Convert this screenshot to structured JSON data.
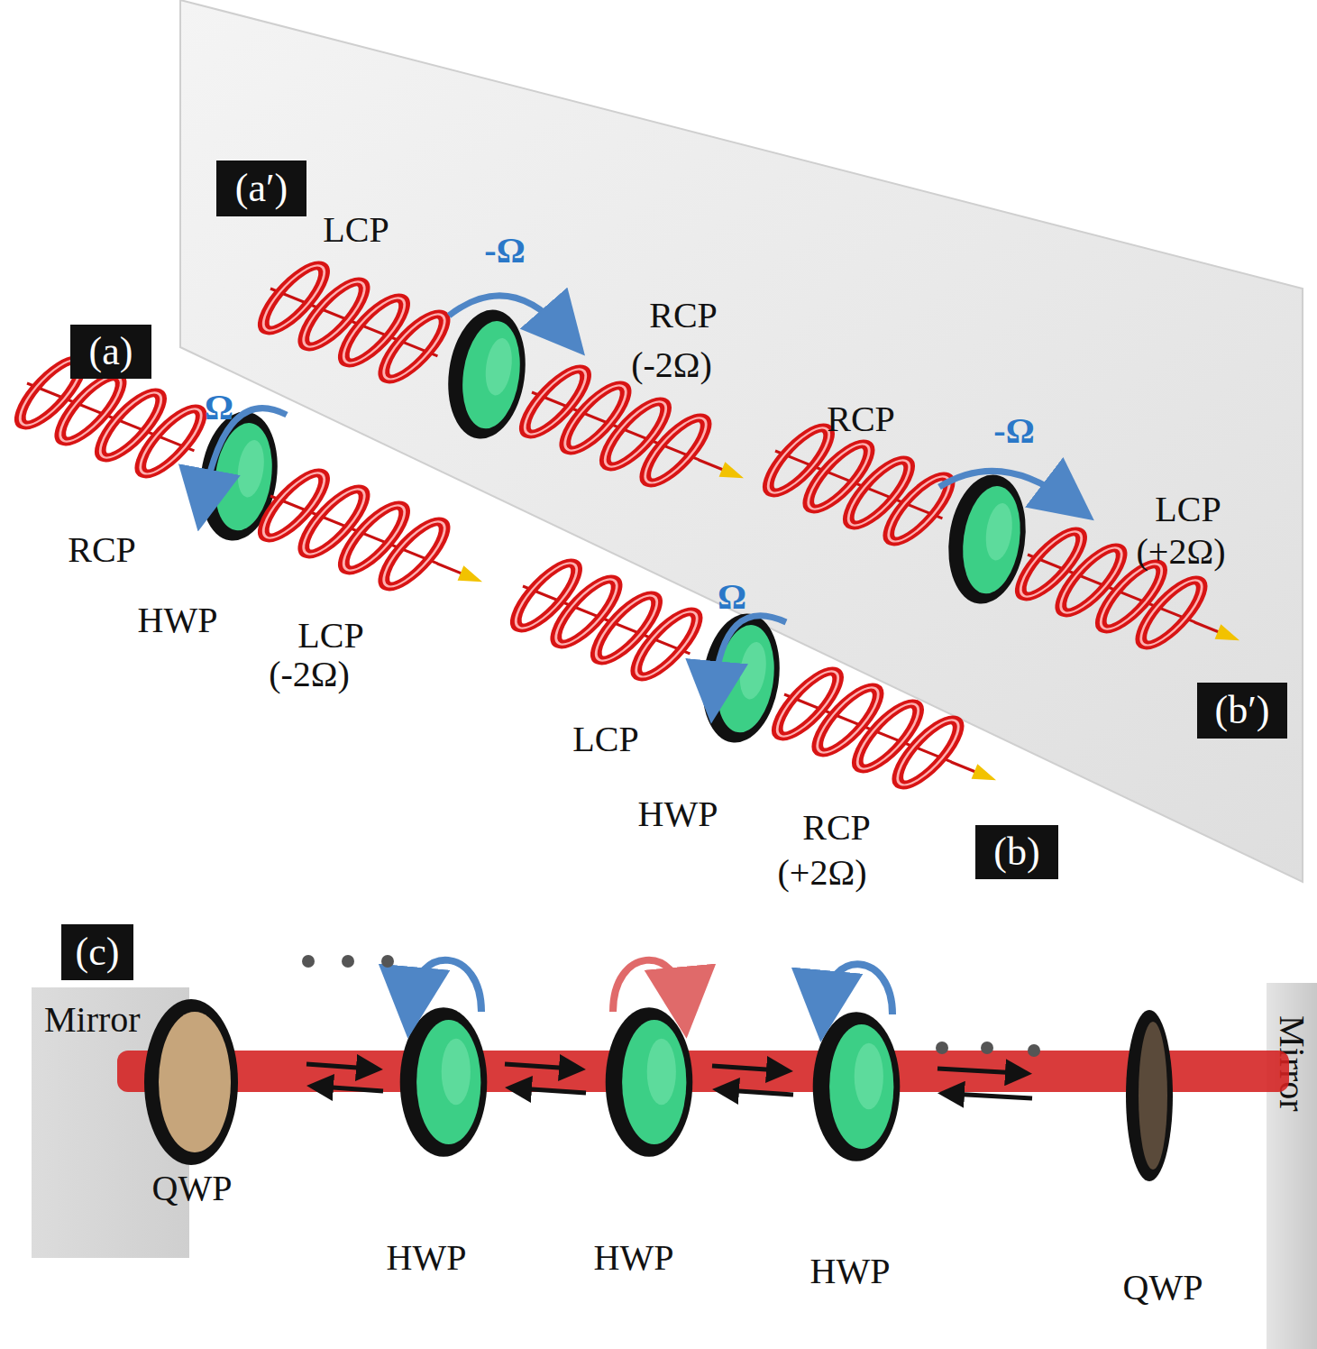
{
  "diagram": {
    "nodes": [
      {
        "text": [
          "(a′)"
        ]
      },
      {
        "text": [
          "(a)"
        ]
      },
      {
        "text": [
          "(b′)"
        ]
      },
      {
        "text": [
          "(b)"
        ]
      },
      {
        "text": [
          "(c)"
        ]
      },
      {
        "text": [
          "Mirror"
        ]
      },
      {
        "text": [
          "Mirror"
        ]
      }
    ],
    "labels": [
      "LCP",
      "-Ω",
      "RCP",
      "(-2Ω)",
      "Ω",
      "RCP",
      "-Ω",
      "RCP",
      "LCP",
      "(+2Ω)",
      "HWP",
      "LCP",
      "(-2Ω)",
      "LCP",
      "Ω",
      "HWP",
      "RCP",
      "(+2Ω)",
      "QWP",
      "HWP",
      "HWP",
      "HWP",
      "QWP"
    ]
  }
}
